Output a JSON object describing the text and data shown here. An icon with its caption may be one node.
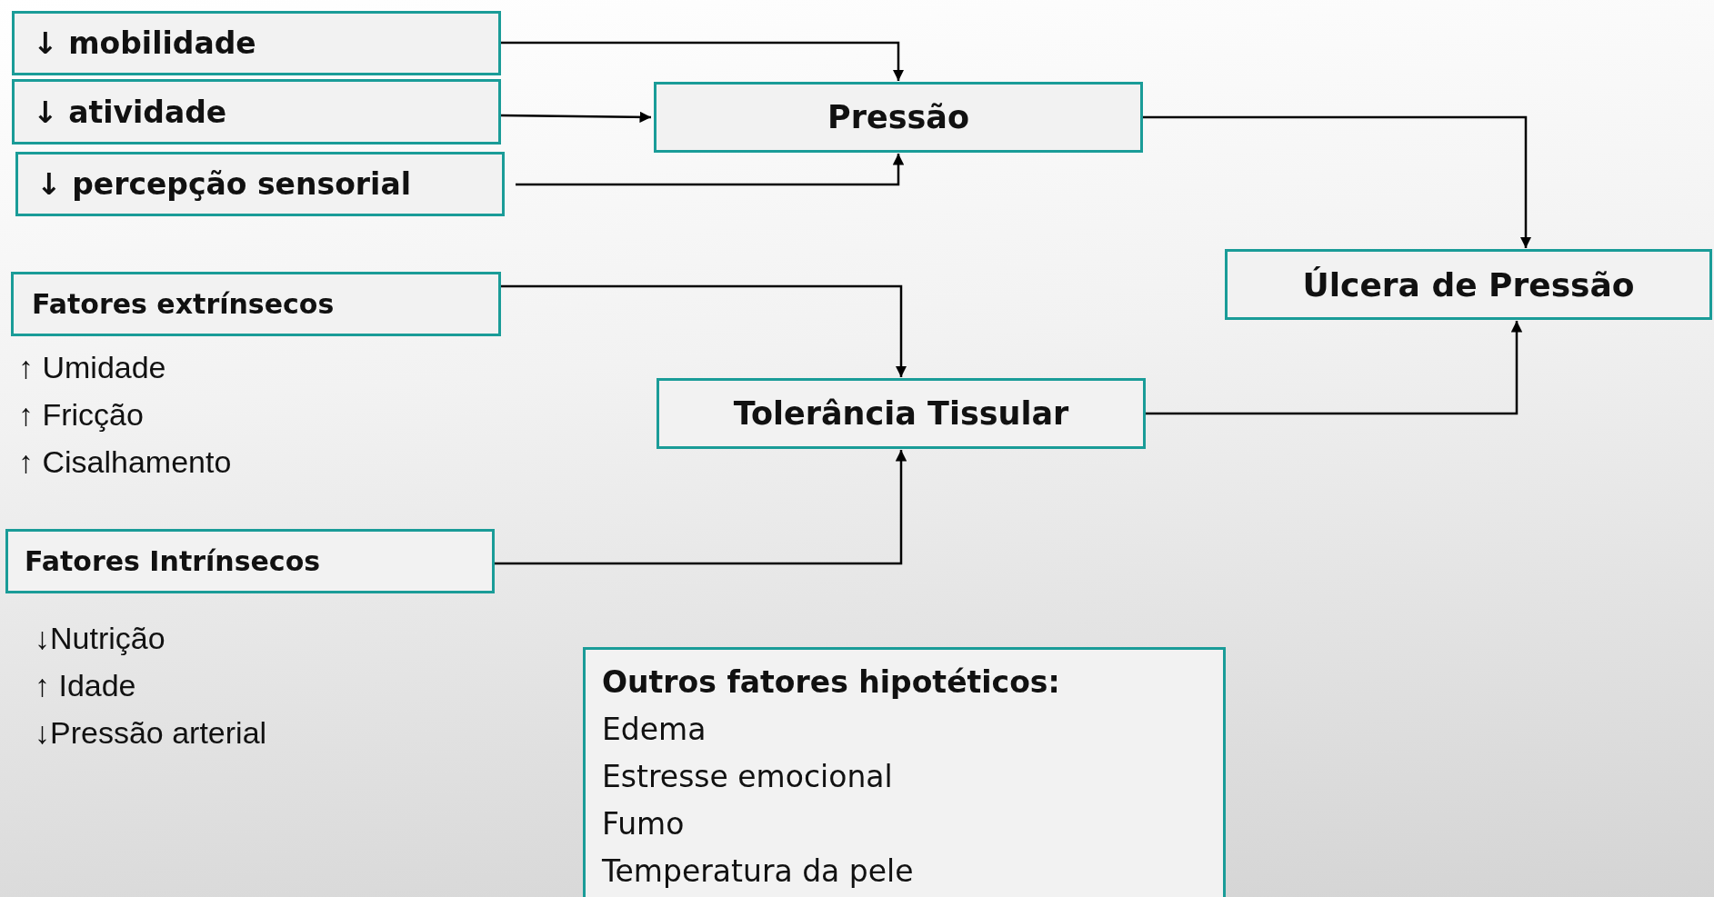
{
  "diagram": {
    "nodes": [
      {
        "text": [
          "↓ mobilidade"
        ]
      },
      {
        "text": [
          "↓ atividade"
        ]
      },
      {
        "text": [
          "↓ percepção sensorial"
        ]
      },
      {
        "text": [
          "Pressão"
        ]
      },
      {
        "text": [
          "Úlcera de Pressão"
        ]
      },
      {
        "text": [
          "Fatores extrínsecos"
        ],
        "beside": [
          "↑ Umidade",
          "↑ Fricção",
          "↑ Cisalhamento"
        ]
      },
      {
        "text": [
          "Tolerância Tissular"
        ]
      },
      {
        "text": [
          "Fatores Intrínsecos"
        ],
        "beside": [
          "↓Nutrição",
          "↑ Idade",
          "↓Pressão arterial"
        ]
      },
      {
        "text": [
          "Outros fatores hipotéticos:",
          "Edema",
          "Estresse emocional",
          "Fumo",
          "Temperatura da pele"
        ]
      }
    ],
    "edges": [
      {
        "from": 0,
        "to": 3,
        "arrow": "to"
      },
      {
        "from": 1,
        "to": 3,
        "arrow": "to"
      },
      {
        "from": 2,
        "to": 3,
        "arrow": "to"
      },
      {
        "from": 3,
        "to": 4,
        "arrow": "to"
      },
      {
        "from": 5,
        "to": 6,
        "arrow": "to"
      },
      {
        "from": 7,
        "to": 6,
        "arrow": "to"
      },
      {
        "from": 6,
        "to": 4,
        "arrow": "to"
      }
    ]
  }
}
